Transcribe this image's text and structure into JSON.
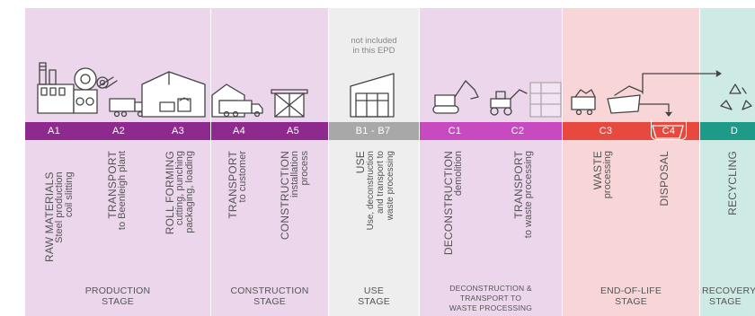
{
  "colors": {
    "production_bg": "#ecd6ec",
    "construction_bg": "#ecd6ec",
    "use_bg": "#eeeeee",
    "deconstruction_bg": "#ecd6ec",
    "endoflife_bg": "#f8d6d8",
    "recovery_bg": "#cdeae5",
    "production_bar": "#8e2a8e",
    "use_bar": "#a8a8a8",
    "deconstruction_bar": "#c84ac0",
    "endoflife_bar": "#e8493e",
    "recovery_bar": "#1e9a88",
    "icon_stroke": "#444444"
  },
  "note": {
    "line1": "not included",
    "line2": "in this EPD"
  },
  "modules": {
    "a1": "A1",
    "a2": "A2",
    "a3": "A3",
    "a4": "A4",
    "a5": "A5",
    "b1b7": "B1 - B7",
    "c1": "C1",
    "c2": "C2",
    "c3": "C3",
    "c4": "C4",
    "d": "D"
  },
  "processes": {
    "raw_materials": {
      "title": "RAW MATERIALS",
      "line1": "Steel production",
      "line2": "coil slitting"
    },
    "transport_a2": {
      "title": "TRANSPORT",
      "line1": "to Beenleigh plant"
    },
    "roll_forming": {
      "title": "ROLL FORMING",
      "line1": "cutting, punching",
      "line2": "packaging, loading"
    },
    "transport_a4": {
      "title": "TRANSPORT",
      "line1": "to customer"
    },
    "construction": {
      "title": "CONSTRUCTION",
      "line1": "installation",
      "line2": "process"
    },
    "use": {
      "title": "USE",
      "line1": "Use, deconstruction",
      "line2": "and transport to",
      "line3": "waste processing"
    },
    "deconstruction": {
      "title": "DECONSTRUCTION",
      "line1": "demolition"
    },
    "transport_c2": {
      "title": "TRANSPORT",
      "line1": "to waste processing"
    },
    "waste": {
      "title": "WASTE",
      "line1": "processing"
    },
    "disposal": {
      "title": "DISPOSAL"
    },
    "recycling": {
      "title": "RECYCLING"
    }
  },
  "stages": {
    "production": {
      "line1": "PRODUCTION",
      "line2": "STAGE"
    },
    "construction": {
      "line1": "CONSTRUCTION",
      "line2": "STAGE"
    },
    "use": {
      "line1": "USE",
      "line2": "STAGE"
    },
    "deconstruction": {
      "line1": "DECONSTRUCTION &",
      "line2": "TRANSPORT TO",
      "line3": "WASTE PROCESSING"
    },
    "endoflife": {
      "line1": "END-OF-LIFE",
      "line2": "STAGE"
    },
    "recovery": {
      "line1": "RECOVERY",
      "line2": "STAGE"
    }
  }
}
